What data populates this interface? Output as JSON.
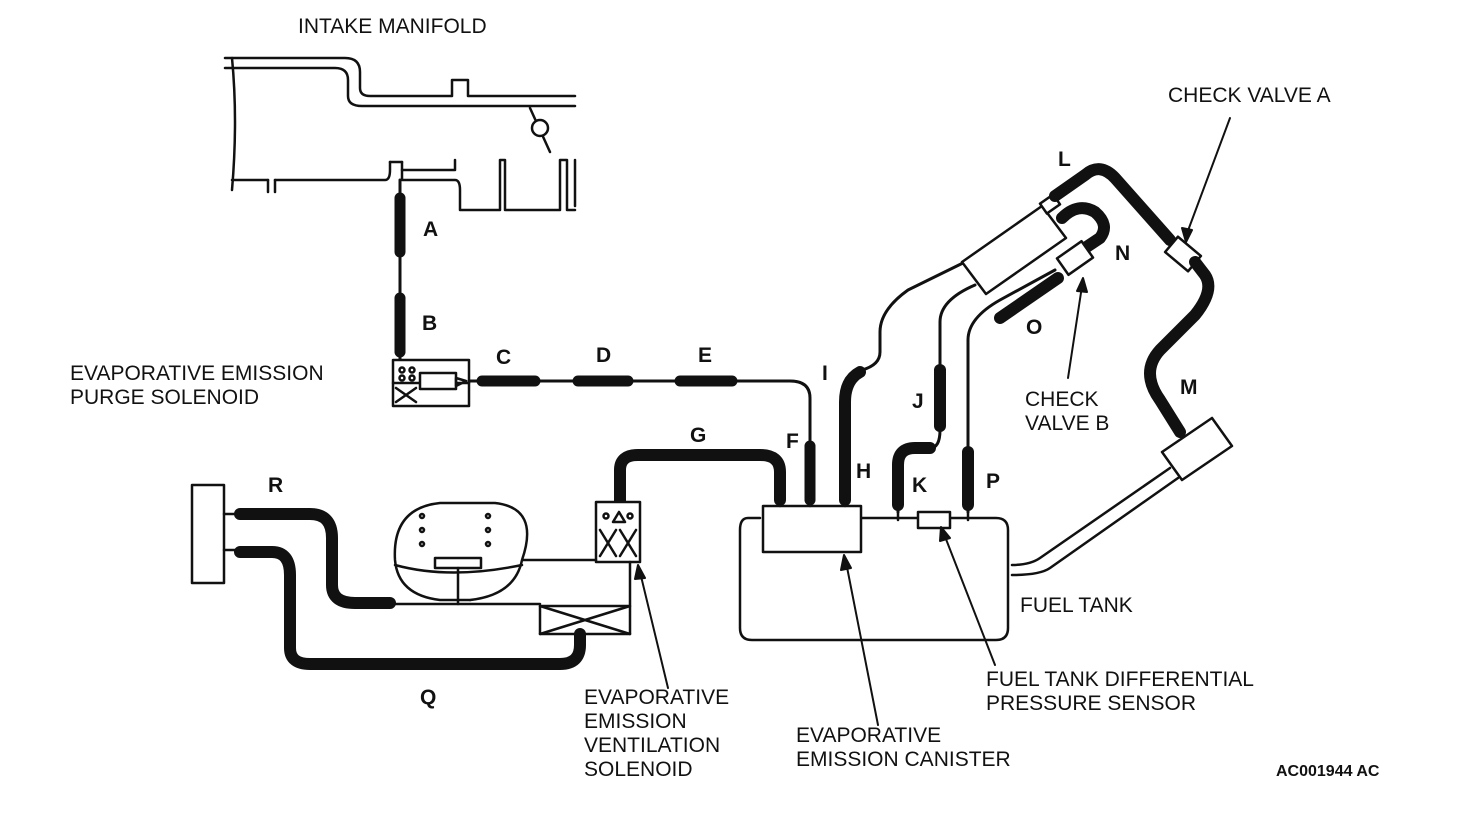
{
  "diagram": {
    "labels": {
      "intake_manifold": "INTAKE MANIFOLD",
      "check_valve_a": "CHECK VALVE A",
      "check_valve_b_line1": "CHECK",
      "check_valve_b_line2": "VALVE B",
      "purge_line1": "EVAPORATIVE EMISSION",
      "purge_line2": "PURGE SOLENOID",
      "vent_line1": "EVAPORATIVE",
      "vent_line2": "EMISSION",
      "vent_line3": "VENTILATION",
      "vent_line4": "SOLENOID",
      "canister_line1": "EVAPORATIVE",
      "canister_line2": "EMISSION CANISTER",
      "fuel_tank": "FUEL TANK",
      "sensor_line1": "FUEL TANK DIFFERENTIAL",
      "sensor_line2": "PRESSURE SENSOR",
      "figure_code": "AC001944 AC"
    },
    "hoses": {
      "A": "A",
      "B": "B",
      "C": "C",
      "D": "D",
      "E": "E",
      "F": "F",
      "G": "G",
      "H": "H",
      "I": "I",
      "J": "J",
      "K": "K",
      "L": "L",
      "M": "M",
      "N": "N",
      "O": "O",
      "P": "P",
      "Q": "Q",
      "R": "R"
    },
    "colors": {
      "ink": "#111111",
      "paper": "#ffffff"
    }
  }
}
